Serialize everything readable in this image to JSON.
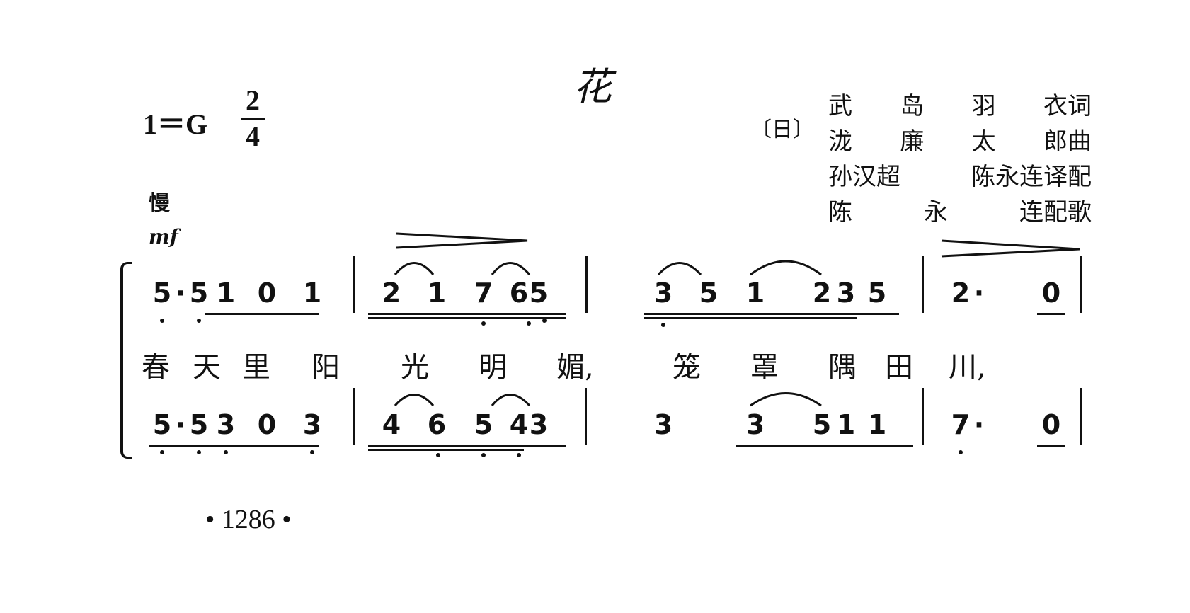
{
  "title": "花",
  "key": "1＝G",
  "time_signature": {
    "top": "2",
    "bottom": "4"
  },
  "tempo": "慢",
  "dynamic": "mf",
  "nationality": "〔日〕",
  "credits": [
    [
      "武",
      "岛",
      "羽",
      "衣词"
    ],
    [
      "泷",
      "廉",
      "太",
      "郎曲"
    ],
    [
      "孙汉超",
      "陈永连译配"
    ],
    [
      "陈",
      "永",
      "连配歌"
    ]
  ],
  "upper_notes": [
    "5",
    "·",
    "5",
    "1",
    "0",
    "1",
    "2",
    "1",
    "7",
    "6",
    "5",
    "3",
    "5",
    "1",
    "2",
    "3",
    "5",
    "2",
    "·",
    "0"
  ],
  "lower_notes": [
    "5",
    "·",
    "5",
    "3",
    "0",
    "3",
    "4",
    "6",
    "5",
    "4",
    "3",
    "3",
    "3",
    "5",
    "1",
    "1",
    "7",
    "·",
    "0"
  ],
  "lyrics": [
    "春",
    "天",
    "里",
    "阳",
    "光",
    "明",
    "媚,",
    "笼",
    "罩",
    "隅",
    "田",
    "川,"
  ],
  "page_number": "• 1286 •"
}
